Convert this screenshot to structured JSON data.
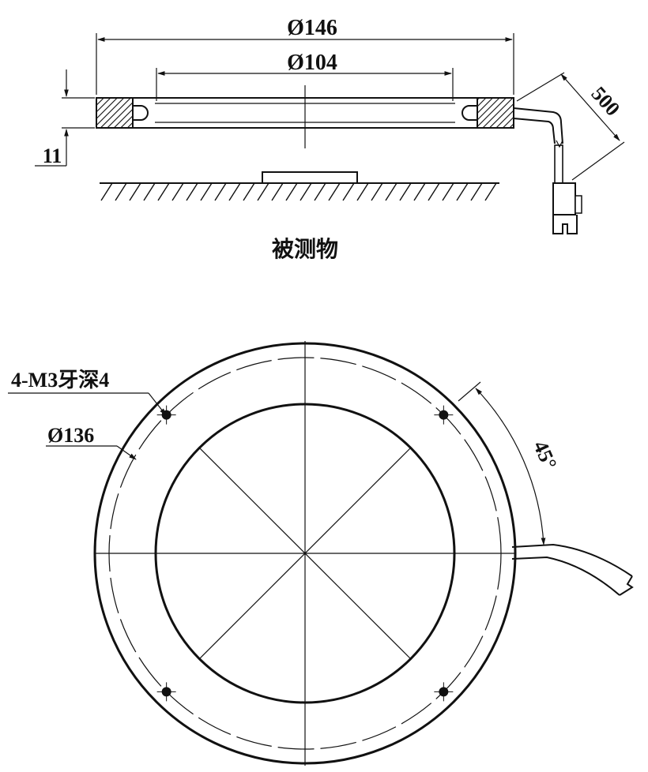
{
  "side_view": {
    "dim_outer_diameter": "Ø146",
    "dim_inner_diameter": "Ø104",
    "dim_height": "11",
    "dim_cable_length": "500",
    "object_label": "被测物"
  },
  "top_view": {
    "thread_label": "4-M3牙深4",
    "hole_circle_label": "Ø136",
    "angle_label": "45°"
  }
}
